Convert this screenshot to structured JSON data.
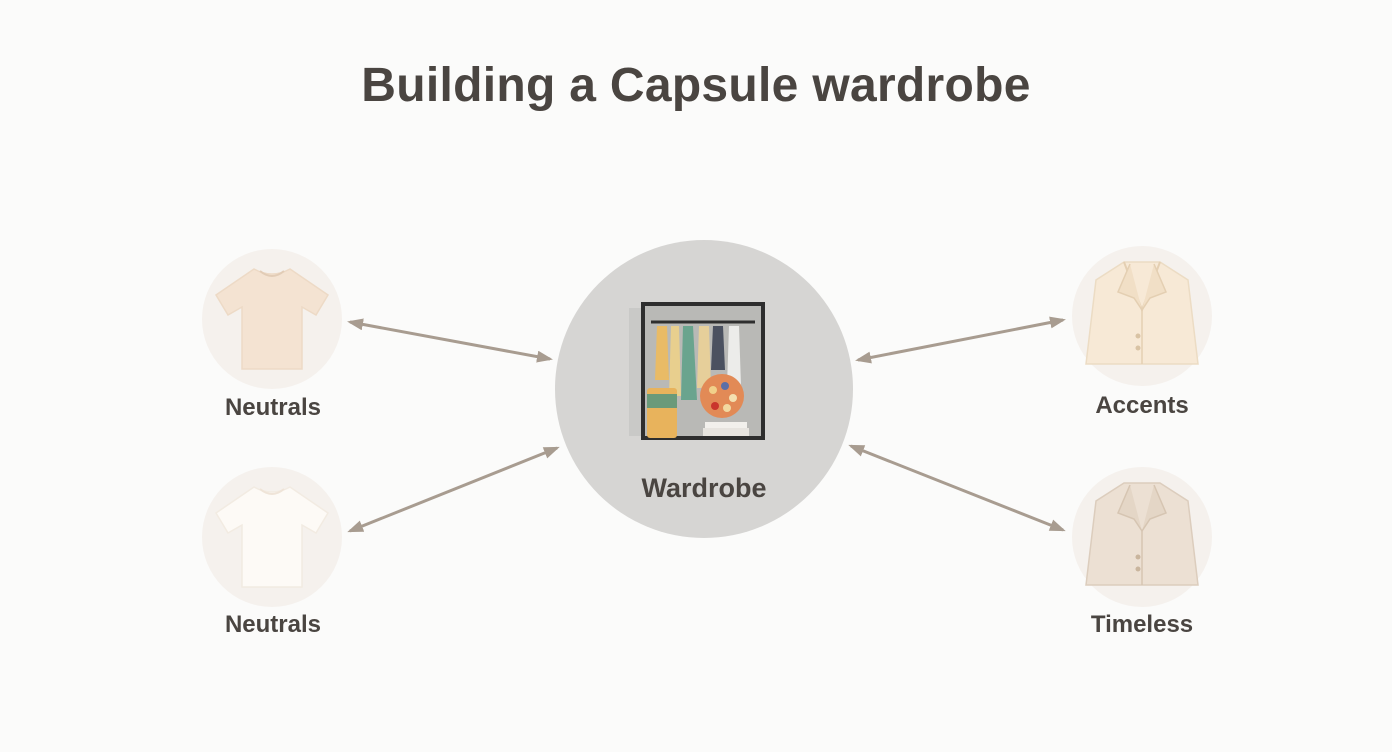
{
  "diagram": {
    "title": "Building a Capsule wardrobe",
    "center": {
      "label": "Wardrobe",
      "icon": "wardrobe-closet-icon"
    },
    "nodes": [
      {
        "id": "neutrals-top",
        "label": "Neutrals",
        "icon": "tshirt-icon",
        "color": "#f4e3d2"
      },
      {
        "id": "neutrals-bottom",
        "label": "Neutrals",
        "icon": "tshirt-icon",
        "color": "#fbf6f0"
      },
      {
        "id": "accents",
        "label": "Accents",
        "icon": "blazer-icon",
        "color": "#f6e8d4"
      },
      {
        "id": "timeless",
        "label": "Timeless",
        "icon": "blazer-icon",
        "color": "#ece0d3"
      }
    ],
    "colors": {
      "background": "#fbfbfa",
      "hub": "#d6d5d3",
      "node_circle": "#f5f1ed",
      "arrow": "#a89c90",
      "text": "#4a4541"
    }
  }
}
